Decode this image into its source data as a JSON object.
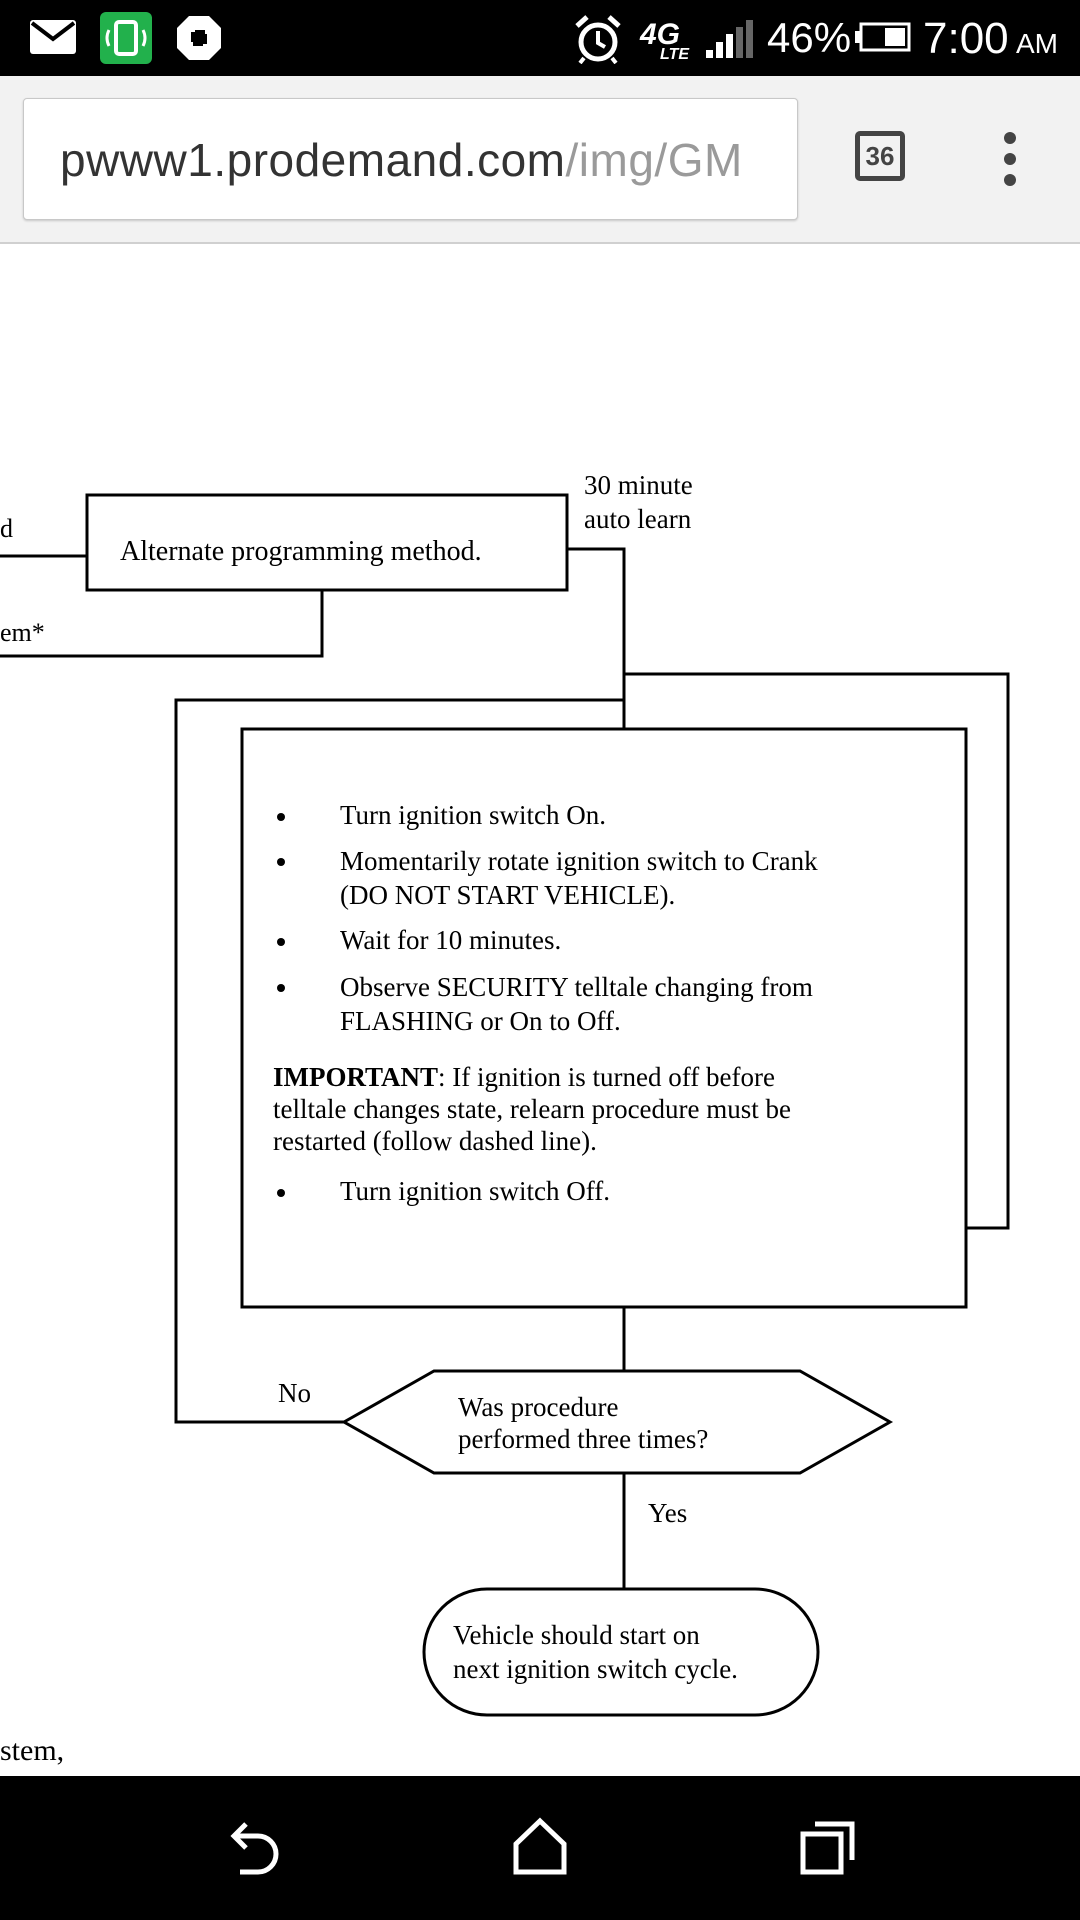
{
  "status_bar": {
    "network": "4G",
    "network_sub": "LTE",
    "battery": "46%",
    "time": "7:00",
    "ampm": "AM"
  },
  "browser": {
    "url_host": "pwww1.prodemand.com",
    "url_path": "/img/GM",
    "tab_count": "36"
  },
  "flowchart": {
    "left_edge_top": "d",
    "left_edge_mid": "em*",
    "left_edge_bottom": "stem,",
    "alt_method": "Alternate programming method.",
    "auto_learn_line1": "30 minute",
    "auto_learn_line2": "auto learn",
    "steps": [
      "Turn ignition switch On.",
      "Momentarily rotate ignition switch to Crank",
      "(DO NOT START VEHICLE).",
      "Wait for 10 minutes.",
      "Observe SECURITY telltale changing from",
      "FLASHING or On to Off."
    ],
    "important_label": "IMPORTANT",
    "important_text_1": ": If ignition is turned off before",
    "important_text_2": "telltale changes state, relearn procedure must be",
    "important_text_3": "restarted (follow dashed line).",
    "final_step": "Turn ignition switch Off.",
    "decision_line1": "Was procedure",
    "decision_line2": "performed three times?",
    "no_label": "No",
    "yes_label": "Yes",
    "end_line1": "Vehicle should start on",
    "end_line2": "next ignition switch cycle."
  },
  "colors": {
    "status_bar_bg": "#000000",
    "toolbar_bg": "#f2f2f2",
    "url_host": "#333333",
    "url_path": "#9a9a9a",
    "app_icon_green": "#22b14c",
    "nav_bar_bg": "#000000"
  },
  "icons": {
    "status_left": [
      "mail-icon",
      "phone-app-icon",
      "chase-icon"
    ],
    "status_right": [
      "alarm-clock-icon",
      "signal-bars-icon",
      "battery-icon"
    ],
    "nav": [
      "back-icon",
      "home-icon",
      "recents-icon"
    ]
  }
}
